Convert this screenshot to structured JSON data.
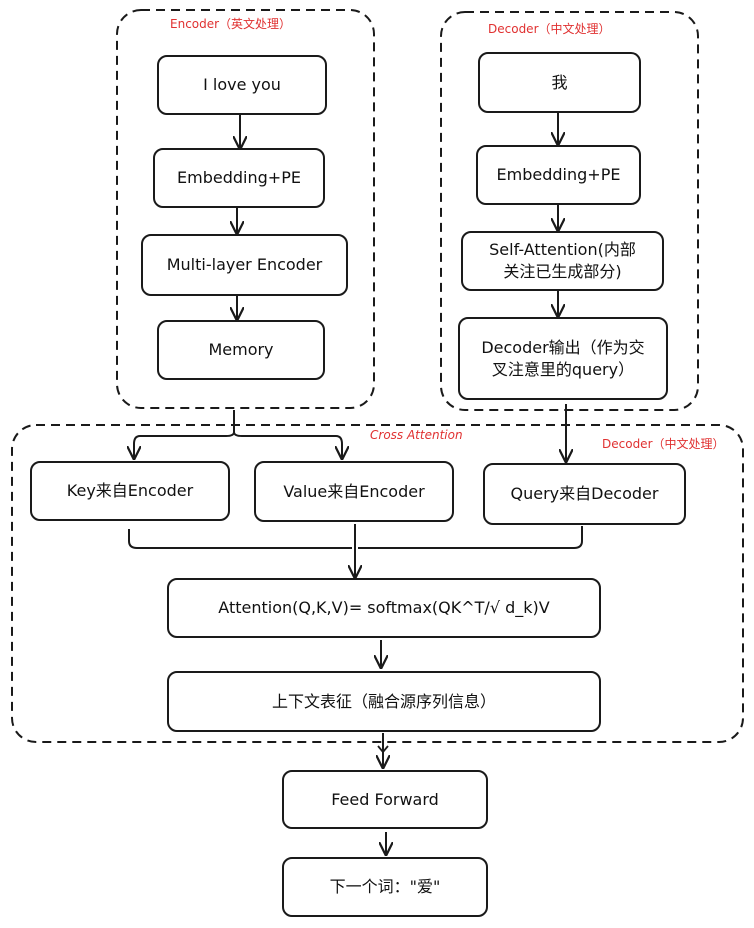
{
  "regions": {
    "encoder": "Encoder（英文处理）",
    "decoder_top": "Decoder（中文处理）",
    "cross_attention": "Cross Attention",
    "decoder_bottom": "Decoder（中文处理）"
  },
  "nodes": {
    "input_en": "I love you",
    "enc_embed": "Embedding+PE",
    "enc_layers": "Multi-layer Encoder",
    "memory": "Memory",
    "input_zh": "我",
    "dec_embed": "Embedding+PE",
    "self_attn": "Self-Attention(内部\n关注已生成部分)",
    "dec_output": "Decoder输出（作为交\n叉注意里的query）",
    "key": "Key来自Encoder",
    "value": "Value来自Encoder",
    "query": "Query来自Decoder",
    "attention": "Attention(Q,K,V)= softmax(QK^T/√ d_k)V",
    "context": "上下文表征（融合源序列信息）",
    "ffn": "Feed Forward",
    "next_word": "下一个词：\"爱\""
  },
  "colors": {
    "stroke": "#1a1a1a",
    "label": "#e03131",
    "background": "#ffffff"
  }
}
